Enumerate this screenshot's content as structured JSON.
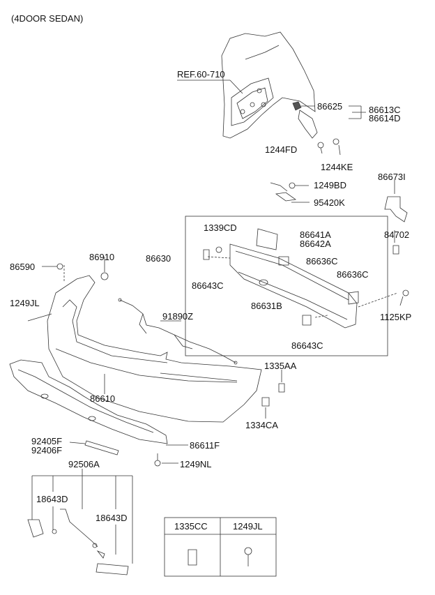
{
  "header": {
    "title": "(4DOOR SEDAN)"
  },
  "parts": {
    "ref": "REF.60-710",
    "p86625": "86625",
    "p86613C": "86613C",
    "p86614D": "86614D",
    "p1244FD": "1244FD",
    "p1244KE": "1244KE",
    "p86673I": "86673I",
    "p1249BD": "1249BD",
    "p95420K": "95420K",
    "p84702": "84702",
    "p1339CD": "1339CD",
    "p86641A": "86641A",
    "p86642A": "86642A",
    "p86630": "86630",
    "p86636C_a": "86636C",
    "p86636C_b": "86636C",
    "p86643C_a": "86643C",
    "p86643C_b": "86643C",
    "p86631B": "86631B",
    "p1125KP": "1125KP",
    "p86910": "86910",
    "p86590": "86590",
    "p1249JL": "1249JL",
    "p91890Z": "91890Z",
    "p1335AA": "1335AA",
    "p1334CA": "1334CA",
    "p86610": "86610",
    "p92405F": "92405F",
    "p92406F": "92406F",
    "p86611F": "86611F",
    "p1249NL": "1249NL",
    "p92506A": "92506A",
    "p18643D_a": "18643D",
    "p18643D_b": "18643D"
  },
  "legend_table": {
    "col1": "1335CC",
    "col2": "1249JL"
  }
}
